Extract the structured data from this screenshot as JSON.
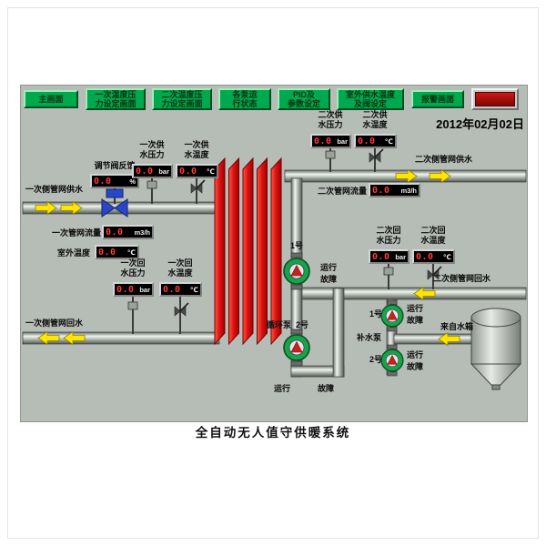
{
  "screen": {
    "date": "2012年02月02日",
    "caption": "全自动无人值守供暖系统"
  },
  "toolbar": {
    "buttons": [
      {
        "label": "主画面"
      },
      {
        "label": "一次温度压\n力设定画面"
      },
      {
        "label": "二次温度压\n力设定画面"
      },
      {
        "label": "各泵运\n行状态"
      },
      {
        "label": "PID及\n参数设定"
      },
      {
        "label": "室外供水温度\n及阀设定"
      },
      {
        "label": "报警画面"
      }
    ]
  },
  "pipes": {
    "primary_supply": "一次侧管网供水",
    "primary_return": "一次侧管网回水",
    "secondary_supply": "二次侧管网供水",
    "secondary_return": "二次侧管网回水",
    "from_tank": "来自水箱"
  },
  "instruments": {
    "valve_feedback": {
      "label": "调节阀反馈",
      "value": "0.0",
      "unit": "%"
    },
    "primary_supply_pressure": {
      "label": "一次供\n水压力",
      "value": "0.0",
      "unit": "bar"
    },
    "primary_supply_temp": {
      "label": "一次供\n水温度",
      "value": "0.0",
      "unit": "℃"
    },
    "primary_flow": {
      "label": "一次管网流量",
      "value": "0.0",
      "unit": "m3/h"
    },
    "outdoor_temp": {
      "label": "室外温度",
      "value": "0.0",
      "unit": "℃"
    },
    "primary_return_pressure": {
      "label": "一次回\n水压力",
      "value": "0.0",
      "unit": "bar"
    },
    "primary_return_temp": {
      "label": "一次回\n水温度",
      "value": "0.0",
      "unit": "℃"
    },
    "secondary_supply_pressure": {
      "label": "二次供\n水压力",
      "value": "0.0",
      "unit": "bar"
    },
    "secondary_supply_temp": {
      "label": "二次供\n水温度",
      "value": "0.0",
      "unit": "℃"
    },
    "secondary_flow": {
      "label": "二次管网流量",
      "value": "0.0",
      "unit": "m3/h"
    },
    "secondary_return_pressure": {
      "label": "二次回\n水压力",
      "value": "0.0",
      "unit": "bar"
    },
    "secondary_return_temp": {
      "label": "二次回\n水温度",
      "value": "0.0",
      "unit": "℃"
    }
  },
  "pumps": {
    "circulation_group": "循环泵",
    "makeup_group": "补水泵",
    "run": "运行",
    "fault": "故障",
    "circ1": "1号",
    "circ2": "2号",
    "makeup1": "1号",
    "makeup2": "2号"
  }
}
